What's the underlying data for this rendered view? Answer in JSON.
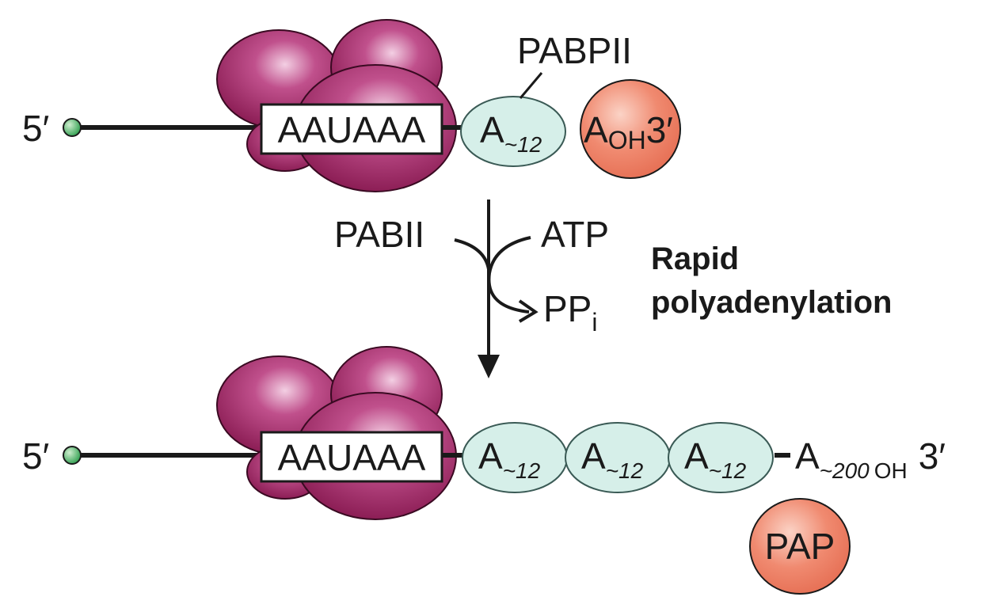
{
  "colors": {
    "complex": "#8e1f5a",
    "complex_highlight": "#e9a6cc",
    "pabpii": "#d6efe9",
    "pabpii_stroke": "#3a5a55",
    "pap": "#ee7f64",
    "pap_highlight": "#fbd0c2",
    "cap": "#2f9f4f",
    "line": "#1a1a1a"
  },
  "top": {
    "five_prime": "5′",
    "signal": "AAUAAA",
    "pabpii_label": "PABPII",
    "a12": {
      "base": "A",
      "sub": "~12"
    },
    "pap_tail": {
      "base": "A",
      "sub": "OH",
      "end": "3′"
    }
  },
  "reaction": {
    "pabii": "PABII",
    "atp": "ATP",
    "ppi": {
      "base": "PP",
      "sub": "i"
    },
    "description_line1": "Rapid",
    "description_line2": "polyadenylation"
  },
  "bottom": {
    "five_prime": "5′",
    "signal": "AAUAAA",
    "a12_items": [
      {
        "base": "A",
        "sub": "~12"
      },
      {
        "base": "A",
        "sub": "~12"
      },
      {
        "base": "A",
        "sub": "~12"
      }
    ],
    "tail": {
      "base": "A",
      "sub1": "~200",
      "sub2": "OH",
      "end": "3′"
    },
    "pap": "PAP"
  }
}
